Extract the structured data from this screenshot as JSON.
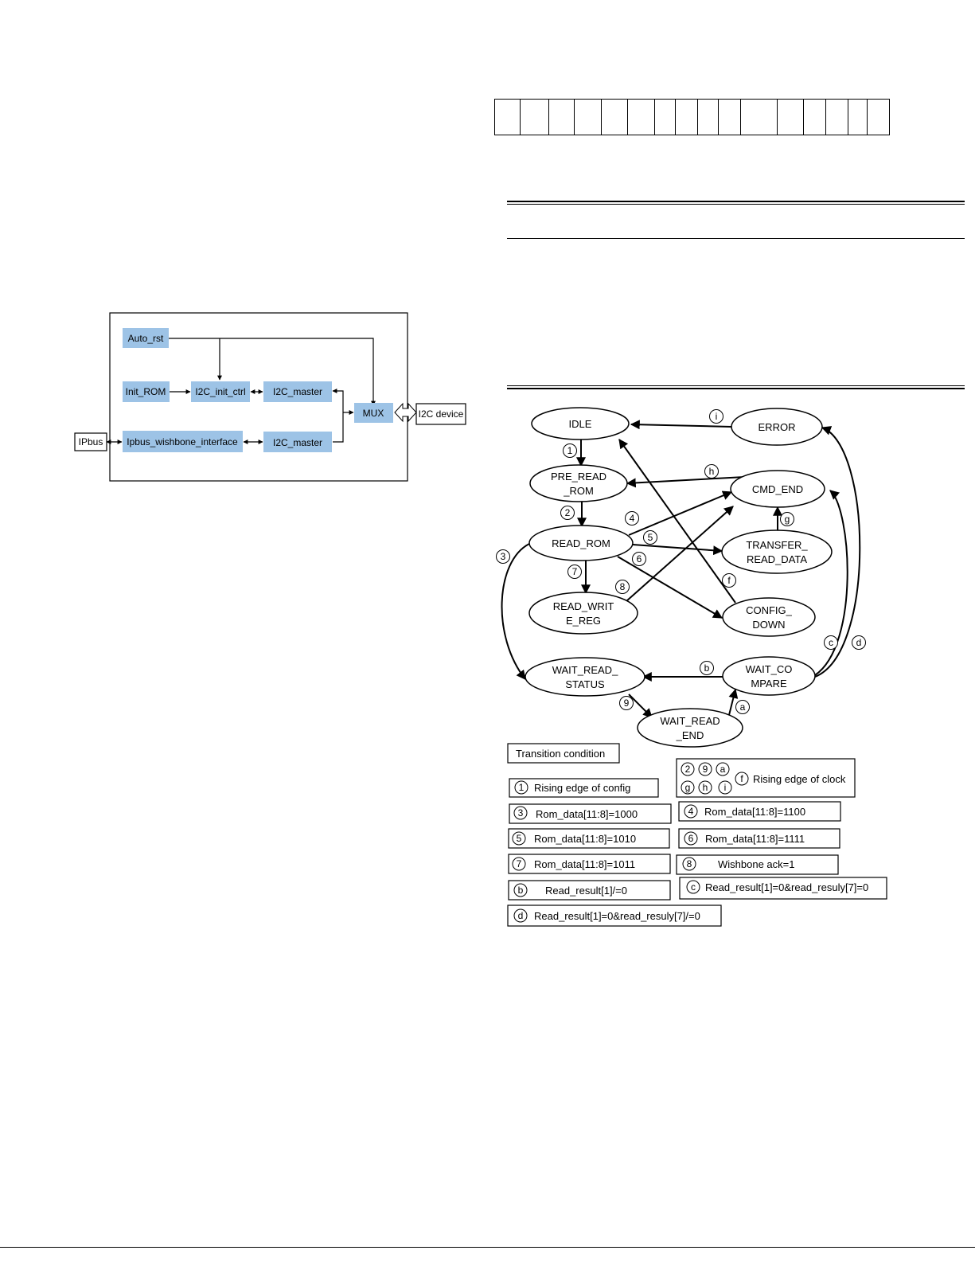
{
  "block_diagram": {
    "blocks": {
      "auto_rst": "Auto_rst",
      "init_rom": "Init_ROM",
      "i2c_init_ctrl": "I2C_init_ctrl",
      "i2c_master_top": "I2C_master",
      "mux": "MUX",
      "i2c_device": "I2C device",
      "ipbus": "IPbus",
      "ipbus_wishbone": "Ipbus_wishbone_interface",
      "i2c_master_bottom": "I2C_master"
    }
  },
  "state_diagram": {
    "states": {
      "idle": [
        "IDLE"
      ],
      "error": [
        "ERROR"
      ],
      "pre_read_rom": [
        "PRE_READ",
        "_ROM"
      ],
      "cmd_end": [
        "CMD_END"
      ],
      "read_rom": [
        "READ_ROM"
      ],
      "transfer_read_data": [
        "TRANSFER_",
        "READ_DATA"
      ],
      "read_write_reg": [
        "READ_WRIT",
        "E_REG"
      ],
      "config_down": [
        "CONFIG_",
        "DOWN"
      ],
      "wait_read_status": [
        "WAIT_READ_",
        "STATUS"
      ],
      "wait_compare": [
        "WAIT_CO",
        "MPARE"
      ],
      "wait_read_end": [
        "WAIT_READ",
        "_END"
      ]
    },
    "transition_markers": [
      "1",
      "2",
      "3",
      "4",
      "5",
      "6",
      "7",
      "8",
      "9",
      "a",
      "b",
      "c",
      "d",
      "f",
      "g",
      "h",
      "i"
    ],
    "legend": {
      "title": "Transition condition",
      "rising_edge_config": "Rising edge of config",
      "rising_edge_clock": "Rising edge of clock",
      "cond_3": "Rom_data[11:8]=1000",
      "cond_4": "Rom_data[11:8]=1100",
      "cond_5": "Rom_data[11:8]=1010",
      "cond_6": "Rom_data[11:8]=1111",
      "cond_7": "Rom_data[11:8]=1011",
      "cond_8": "Wishbone ack=1",
      "cond_b": "Read_result[1]/=0",
      "cond_c": "Read_result[1]=0&read_resuly[7]=0",
      "cond_d": "Read_result[1]=0&read_resuly[7]/=0"
    }
  }
}
